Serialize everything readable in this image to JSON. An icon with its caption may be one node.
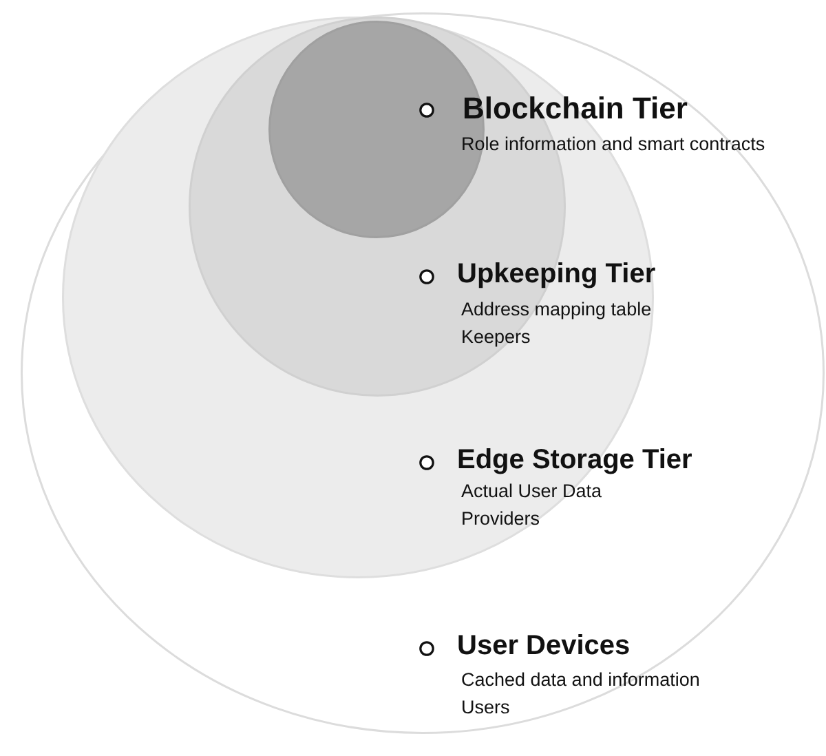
{
  "diagram": {
    "nodes": [
      {
        "text": [
          "User Devices",
          "Cached data and information",
          "Users"
        ]
      },
      {
        "text": [
          "Edge Storage Tier",
          "Actual User Data",
          "Providers"
        ],
        "in": 0
      },
      {
        "text": [
          "Upkeeping Tier",
          "Address mapping table",
          "Keepers"
        ],
        "in": 1
      },
      {
        "text": [
          "Blockchain Tier",
          "Role information and smart contracts"
        ],
        "in": 2
      }
    ]
  }
}
